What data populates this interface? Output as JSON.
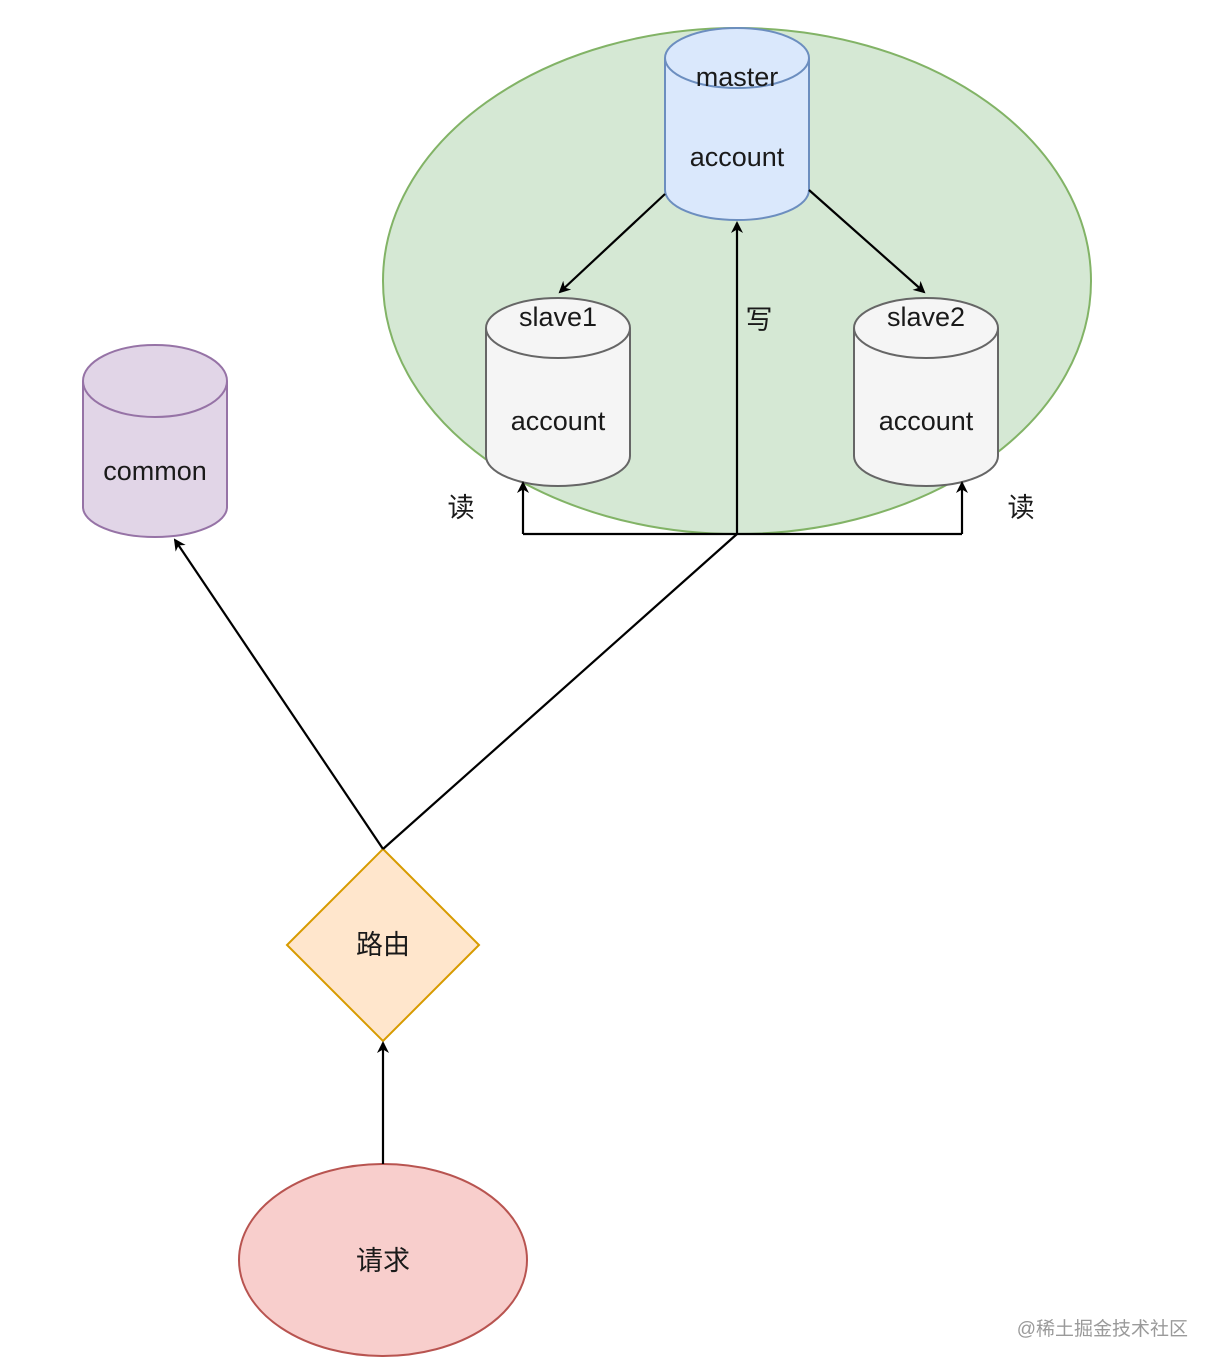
{
  "diagram": {
    "nodes": {
      "master": {
        "title": "master",
        "label": "account"
      },
      "slave1": {
        "title": "slave1",
        "label": "account"
      },
      "slave2": {
        "title": "slave2",
        "label": "account"
      },
      "common": {
        "label": "common"
      },
      "router": {
        "label": "路由"
      },
      "request": {
        "label": "请求"
      }
    },
    "edge_labels": {
      "write": "写",
      "read_left": "读",
      "read_right": "读"
    }
  },
  "watermark": "@稀土掘金技术社区",
  "colors": {
    "cluster_fill": "#d5e8d4",
    "cluster_stroke": "#82b366",
    "master_fill": "#dae8fc",
    "master_stroke": "#6c8ebf",
    "slave_fill": "#f5f5f5",
    "slave_stroke": "#666666",
    "common_fill": "#e1d5e7",
    "common_stroke": "#9673a6",
    "router_fill": "#ffe6cc",
    "router_stroke": "#d79b00",
    "request_fill": "#f8cecc",
    "request_stroke": "#b85450"
  }
}
